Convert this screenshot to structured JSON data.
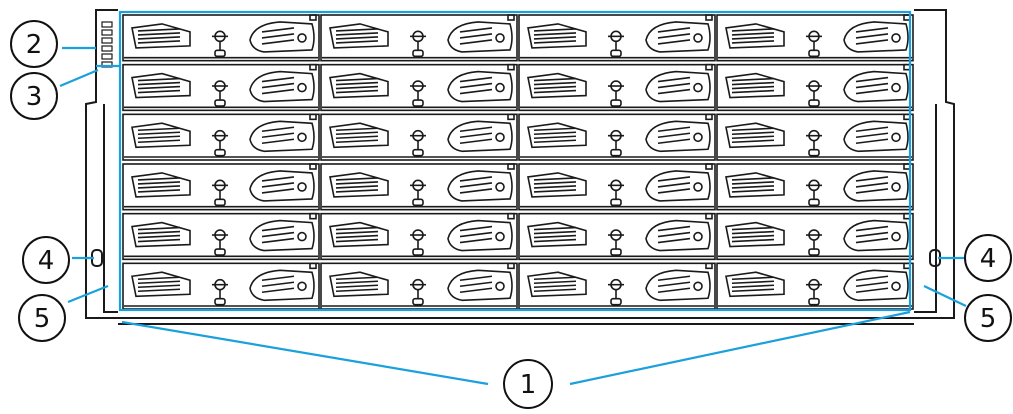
{
  "figure": {
    "colors": {
      "line": "#1a1a1a",
      "leader": "#1aa0dc",
      "background": "#ffffff"
    },
    "chassis": {
      "drive_bays": {
        "rows": 6,
        "columns": 4
      },
      "status_leds": 6
    },
    "callouts": [
      {
        "id": "bay-area",
        "number": "1"
      },
      {
        "id": "status-led-panel",
        "number": "2"
      },
      {
        "id": "led-panel-lower",
        "number": "3"
      },
      {
        "id": "left-handle-latch",
        "number": "4"
      },
      {
        "id": "left-rack-ear",
        "number": "5"
      },
      {
        "id": "right-handle-latch",
        "number": "4"
      },
      {
        "id": "right-rack-ear",
        "number": "5"
      }
    ]
  }
}
